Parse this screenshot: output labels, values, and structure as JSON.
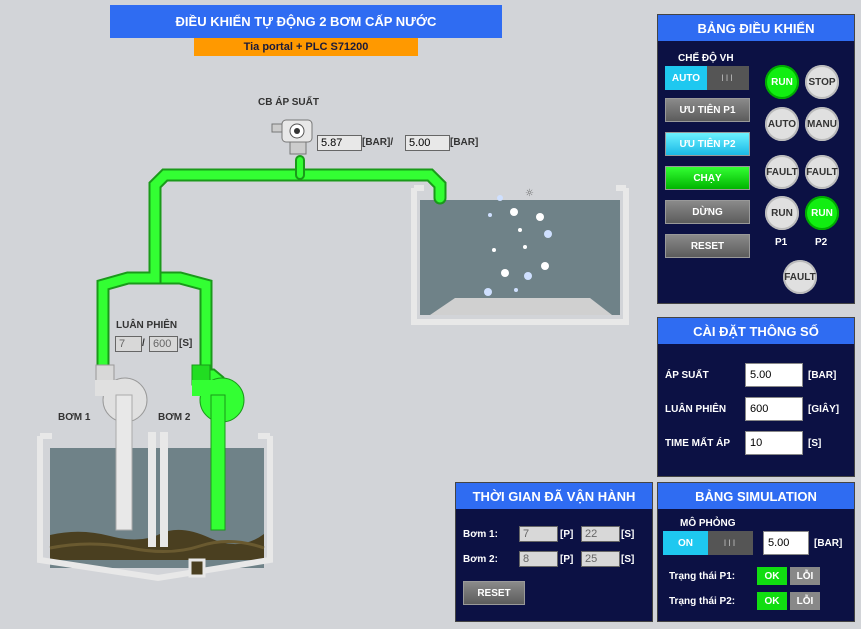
{
  "header": {
    "title": "ĐIỀU KHIỂN TỰ ĐỘNG 2 BƠM CẤP NƯỚC",
    "subtitle": "Tia portal + PLC S71200"
  },
  "sensor": {
    "label": "CB ÁP SUẤT",
    "value": "5.87",
    "unit1": "[BAR]/",
    "setpoint": "5.00",
    "unit2": "[BAR]"
  },
  "rotation": {
    "label": "LUÂN PHIÊN",
    "current": "7",
    "sep": "/",
    "total": "600",
    "unit": "[S]"
  },
  "pumps": {
    "p1_label": "BƠM 1",
    "p2_label": "BƠM 2"
  },
  "control": {
    "title": "BẢNG ĐIỀU KHIỂN",
    "mode_label": "CHẾ ĐỘ VH",
    "mode_on": "AUTO",
    "mode_off": "III",
    "btn_p1": "ƯU TIÊN P1",
    "btn_p2": "ƯU TIÊN P2",
    "btn_run": "CHẠY",
    "btn_stop": "DỪNG",
    "btn_reset": "RESET",
    "ind_run": "RUN",
    "ind_stop": "STOP",
    "ind_auto": "AUTO",
    "ind_manu": "MANU",
    "ind_fault1": "FAULT",
    "ind_fault2": "FAULT",
    "ind_run_p1": "RUN",
    "ind_run_p2": "RUN",
    "p1": "P1",
    "p2": "P2",
    "ind_fault3": "FAULT"
  },
  "settings": {
    "title": "CÀI ĐẶT THÔNG SỐ",
    "rows": [
      {
        "label": "ÁP SUẤT",
        "value": "5.00",
        "unit": "[BAR]"
      },
      {
        "label": "LUÂN PHIÊN",
        "value": "600",
        "unit": "[GIÂY]"
      },
      {
        "label": "TIME MẤT ÁP",
        "value": "10",
        "unit": "[S]"
      }
    ]
  },
  "runtime": {
    "title": "THỜI GIAN ĐÃ VẬN HÀNH",
    "rows": [
      {
        "label": "Bơm 1:",
        "min": "7",
        "u1": "[P]",
        "sec": "22",
        "u2": "[S]"
      },
      {
        "label": "Bơm 2:",
        "min": "8",
        "u1": "[P]",
        "sec": "25",
        "u2": "[S]"
      }
    ],
    "reset": "RESET"
  },
  "simulation": {
    "title": "BẢNG SIMULATION",
    "mode_label": "MÔ PHỎNG",
    "toggle_on": "ON",
    "toggle_off": "III",
    "value": "5.00",
    "unit": "[BAR]",
    "p1_label": "Trạng thái P1:",
    "p2_label": "Trạng thái P2:",
    "ok": "OK",
    "err": "LỖI"
  },
  "colors": {
    "pipe_active": "#33ff33",
    "panel_bg": "#0c1144",
    "header_blue": "#2f6cf2",
    "accent_orange": "#ff9900"
  }
}
